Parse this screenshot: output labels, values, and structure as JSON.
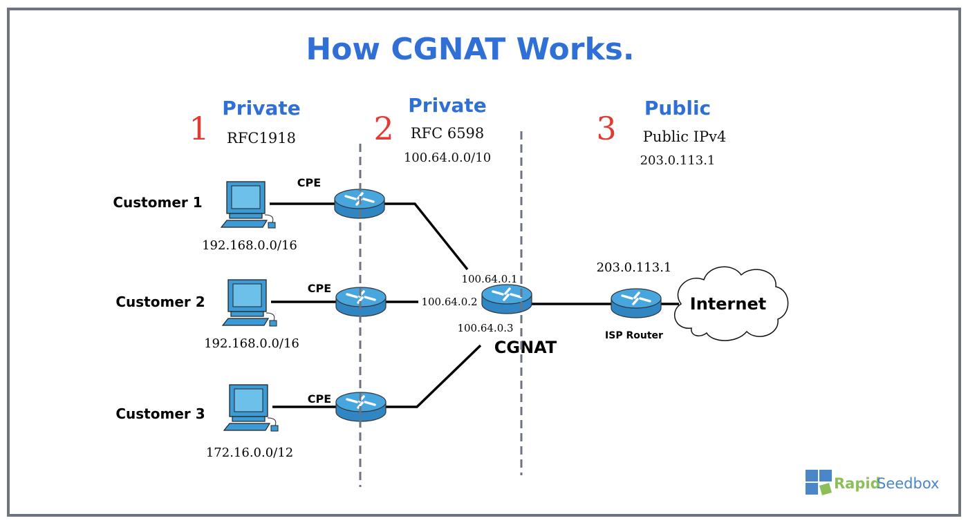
{
  "title": "How CGNAT Works.",
  "colors": {
    "heading": "#2f6fd6",
    "zone_number": "#e03b34",
    "device": "#3c9ad5",
    "frame": "#6e7380",
    "logo_green": "#8cbf5a",
    "logo_blue": "#4a86c8"
  },
  "zones": [
    {
      "number": "1",
      "label": "Private",
      "spec": "RFC1918",
      "range": ""
    },
    {
      "number": "2",
      "label": "Private",
      "spec": "RFC 6598",
      "range": "100.64.0.0/10"
    },
    {
      "number": "3",
      "label": "Public",
      "spec": "Public IPv4",
      "range": "203.0.113.1"
    }
  ],
  "customers": [
    {
      "name": "Customer 1",
      "network": "192.168.0.0/16",
      "cpe": "CPE",
      "cgnat_ip": "100.64.0.1"
    },
    {
      "name": "Customer 2",
      "network": "192.168.0.0/16",
      "cpe": "CPE",
      "cgnat_ip": "100.64.0.2"
    },
    {
      "name": "Customer 3",
      "network": "172.16.0.0/12",
      "cpe": "CPE",
      "cgnat_ip": "100.64.0.3"
    }
  ],
  "cgnat_label": "CGNAT",
  "isp": {
    "label": "ISP Router",
    "ip": "203.0.113.1"
  },
  "internet_label": "Internet",
  "logo": {
    "part1": "Rapid",
    "part2": "Seedbox"
  }
}
